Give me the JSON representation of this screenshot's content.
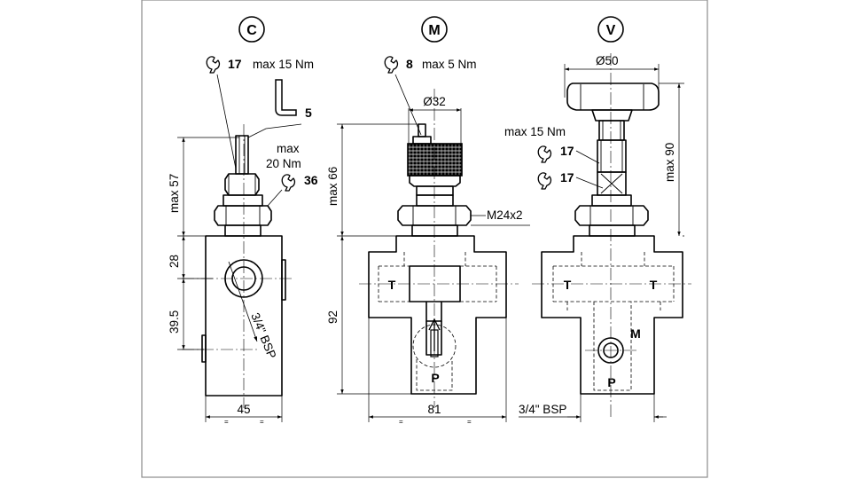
{
  "views": [
    {
      "letter": "C"
    },
    {
      "letter": "M"
    },
    {
      "letter": "V"
    }
  ],
  "view_c": {
    "wrench_17": "17",
    "torque_15": "max 15 Nm",
    "allen_key": "5",
    "torque_20_line1": "max",
    "torque_20_line2": "20 Nm",
    "wrench_36": "36",
    "dim_height": "max 57",
    "dim_28": "28",
    "dim_39_5": "39.5",
    "thread": "3/4\" BSP",
    "dim_width": "45"
  },
  "view_m": {
    "wrench_8": "8",
    "torque_5": "max 5 Nm",
    "dim_diameter": "Ø32",
    "dim_height": "max 66",
    "thread_nut": "M24x2",
    "dim_92": "92",
    "port_t": "T",
    "port_p": "P",
    "dim_width": "81"
  },
  "view_v": {
    "dim_diameter": "Ø50",
    "torque_15": "max 15 Nm",
    "wrench_17a": "17",
    "wrench_17b": "17",
    "dim_height": "max 90",
    "port_t_left": "T",
    "port_t_right": "T",
    "port_m": "M",
    "port_p": "P",
    "thread": "3/4\" BSP"
  },
  "equal_marks": [
    "="
  ]
}
